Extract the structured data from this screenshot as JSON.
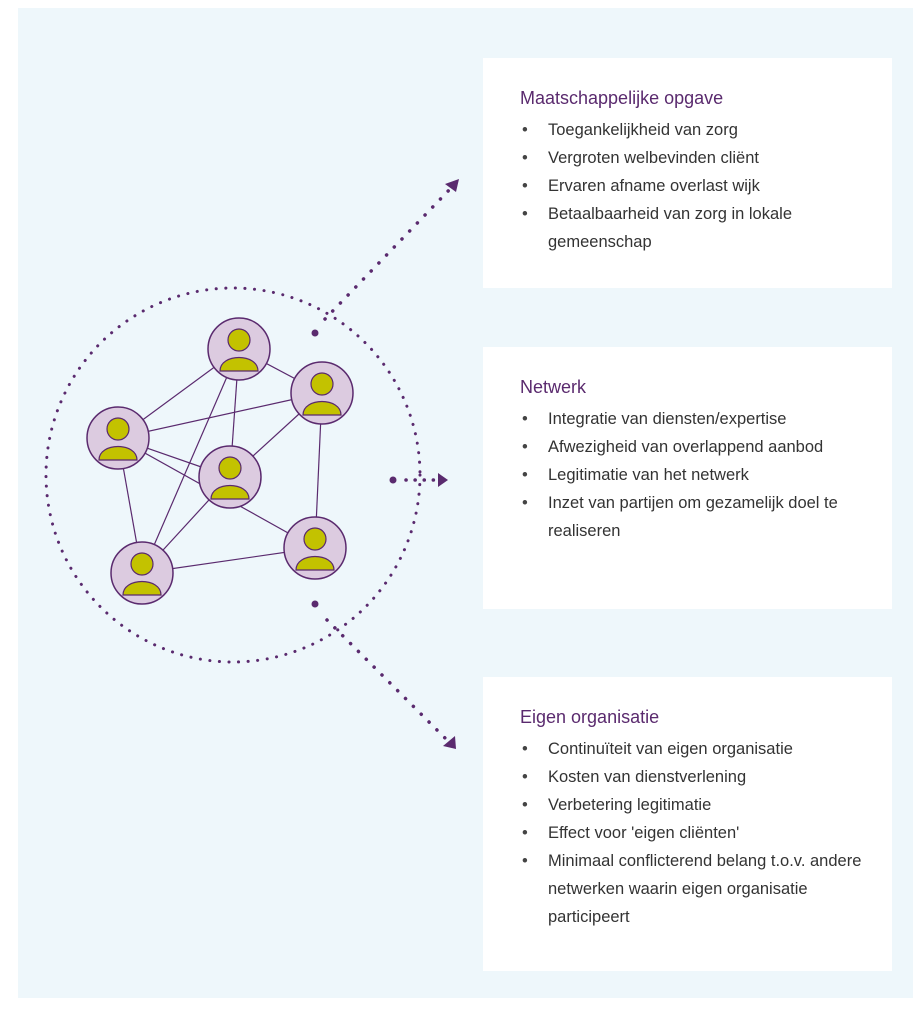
{
  "panels": [
    {
      "title": "Maatschappelijke opgave",
      "items": [
        "Toegankelijkheid van zorg",
        "Vergroten welbevinden cliënt",
        "Ervaren afname overlast wijk",
        "Betaalbaarheid van zorg in lokale gemeenschap"
      ]
    },
    {
      "title": "Netwerk",
      "items": [
        "Integratie van diensten/expertise",
        "Afwezigheid van overlappend aanbod",
        "Legitimatie van het netwerk",
        "Inzet van partijen om gezamelijk doel te realiseren"
      ]
    },
    {
      "title": "Eigen organisatie",
      "items": [
        "Continuïteit van eigen organisatie",
        "Kosten van dienstverlening",
        "Verbetering legitimatie",
        "Effect voor 'eigen cliënten'",
        "Minimaal conflicterend belang t.o.v. andere netwerken waarin eigen organisatie participeert"
      ]
    }
  ],
  "colors": {
    "background": "#eef7fb",
    "accent": "#5a2a6e",
    "person_circle": "#dccbe0",
    "person_figure": "#c3c200"
  }
}
